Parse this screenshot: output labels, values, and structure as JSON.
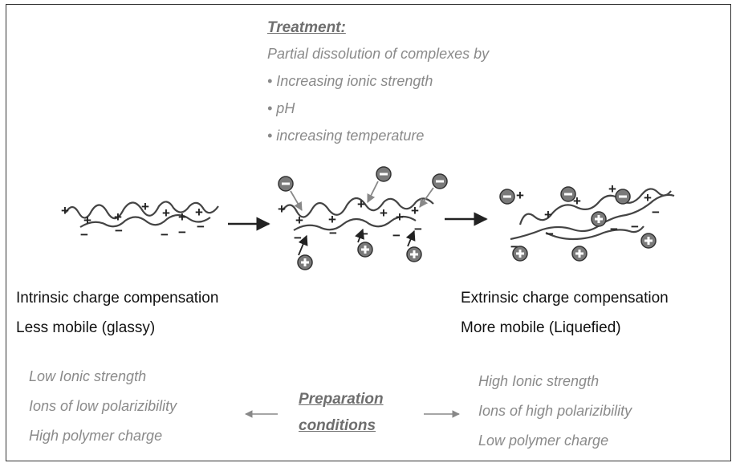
{
  "treatment": {
    "heading": "Treatment:",
    "intro": "Partial dissolution of complexes by",
    "items": [
      "• Increasing ionic strength",
      "• pH",
      "• increasing temperature"
    ]
  },
  "left_state": {
    "line1": "Intrinsic charge compensation",
    "line2": "Less mobile (glassy)"
  },
  "right_state": {
    "line1": "Extrinsic charge compensation",
    "line2": "More mobile (Liquefied)"
  },
  "preparation": {
    "label_line1": "Preparation",
    "label_line2": "conditions",
    "left_items": [
      "Low Ionic strength",
      "Ions of low polarizibility",
      "High polymer charge"
    ],
    "right_items": [
      "High Ionic strength",
      "Ions of high polarizibility",
      "Low polymer charge"
    ]
  },
  "symbols": {
    "plus": "+",
    "minus": "−"
  },
  "colors": {
    "gray_text": "#8a8a8a",
    "ion_fill": "#777777",
    "chain": "#444444"
  }
}
